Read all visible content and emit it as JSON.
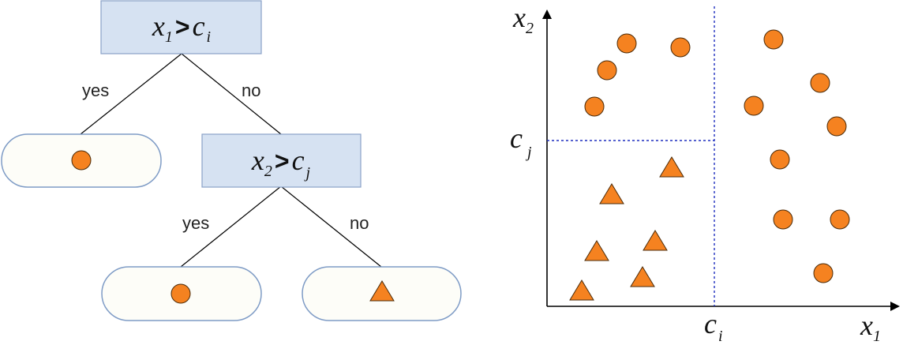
{
  "tree": {
    "root": {
      "var": "x",
      "var_sub": "1",
      "op": ">",
      "thr": "c",
      "thr_sub": "i"
    },
    "split2": {
      "var": "x",
      "var_sub": "2",
      "op": ">",
      "thr": "c",
      "thr_sub": "j"
    },
    "edge_labels": {
      "yes": "yes",
      "no": "no"
    },
    "leaves": [
      {
        "shape": "circle"
      },
      {
        "shape": "circle"
      },
      {
        "shape": "triangle"
      }
    ]
  },
  "plot": {
    "x_axis": {
      "var": "x",
      "sub": "1"
    },
    "y_axis": {
      "var": "x",
      "sub": "2"
    },
    "x_threshold": {
      "var": "c",
      "sub": "i"
    },
    "y_threshold": {
      "var": "c",
      "sub": "j"
    }
  },
  "colors": {
    "node_fill": "#d6e2f2",
    "node_stroke": "#8aa2c8",
    "leaf_fill": "#fdfdf8",
    "leaf_stroke": "#7f9cc6",
    "marker_fill": "#f58220",
    "marker_stroke": "#4a2a08",
    "divider": "#1f2fbf"
  }
}
